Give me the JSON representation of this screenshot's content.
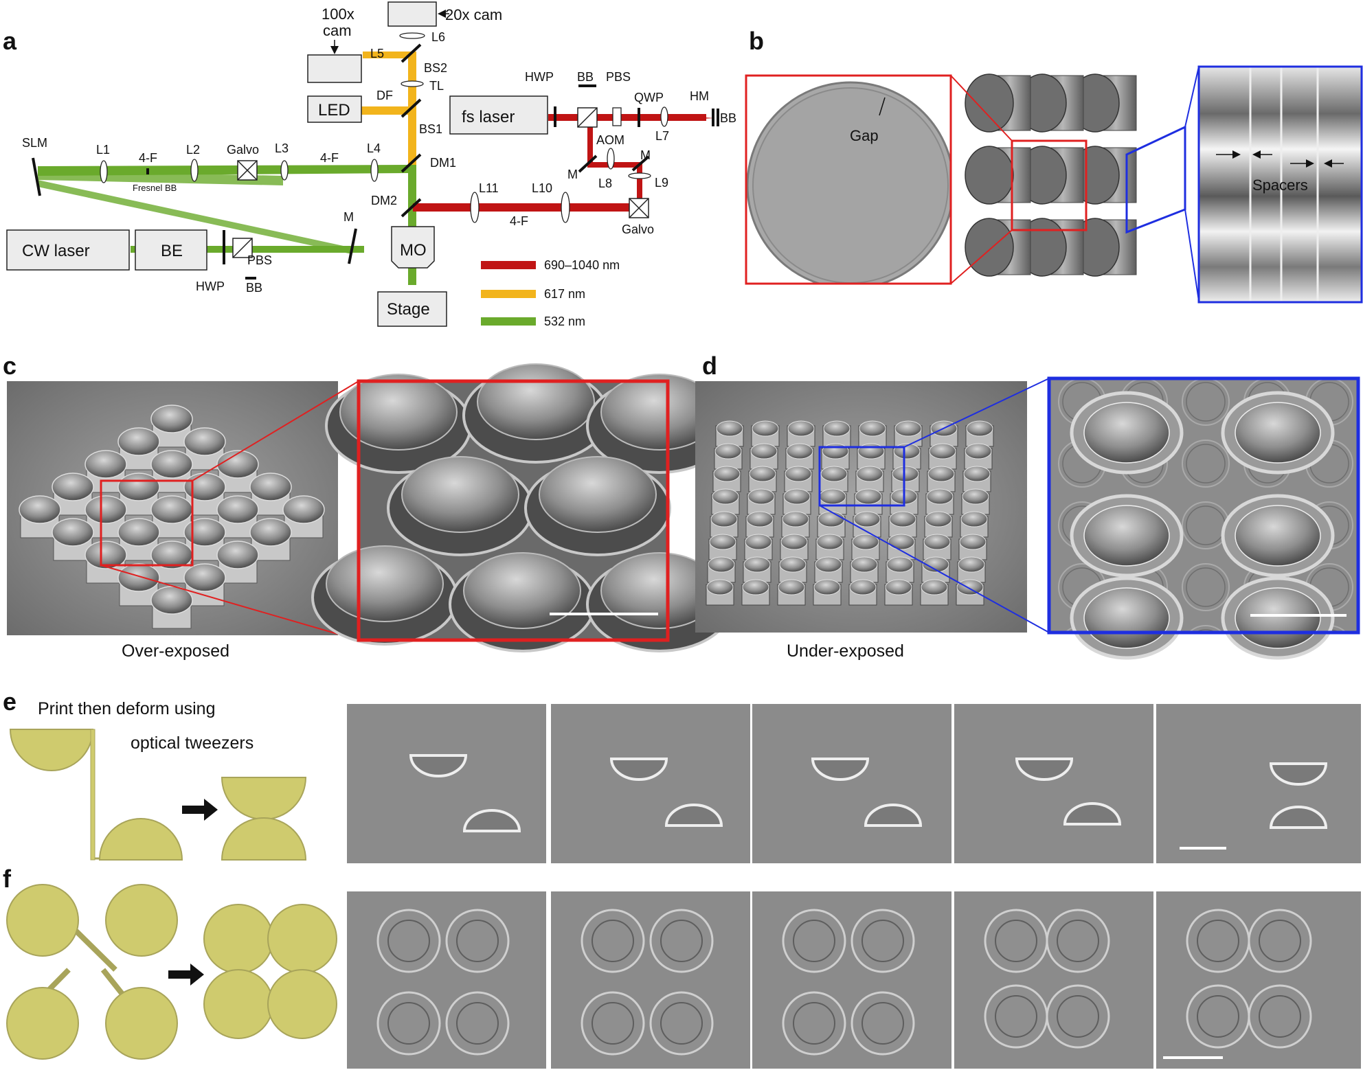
{
  "panels": {
    "a": {
      "letter": "a",
      "components": {
        "cam100": "100x\ncam",
        "cam20": "20x cam",
        "led": "LED",
        "fs_laser": "fs laser",
        "cw_laser": "CW laser",
        "be": "BE",
        "mo": "MO",
        "stage": "Stage",
        "slm": "SLM",
        "l1": "L1",
        "l2": "L2",
        "l3": "L3",
        "l4": "L4",
        "l5": "L5",
        "l6": "L6",
        "l7": "L7",
        "l8": "L8",
        "l9": "L9",
        "l10": "L10",
        "l11": "L11",
        "galvo1": "Galvo",
        "galvo2": "Galvo",
        "fourf1": "4-F",
        "fourf2": "4-F",
        "fourf3": "4-F",
        "fresnel_bb": "Fresnel BB",
        "dm1": "DM1",
        "dm2": "DM2",
        "bs1": "BS1",
        "bs2": "BS2",
        "tl": "TL",
        "df": "DF",
        "hwp1": "HWP",
        "hwp2": "HWP",
        "pbs1": "PBS",
        "pbs2": "PBS",
        "bb1": "BB",
        "bb2": "BB",
        "bb3": "BB",
        "qwp": "QWP",
        "aom": "AOM",
        "hm": "HM",
        "m1": "M",
        "m2": "M",
        "m3": "M"
      },
      "legend": [
        {
          "label": "690–1040 nm",
          "color": "#c01414"
        },
        {
          "label": "617 nm",
          "color": "#f2b41c"
        },
        {
          "label": "532 nm",
          "color": "#6aaa2c"
        }
      ]
    },
    "b": {
      "letter": "b",
      "gap_label": "Gap",
      "spacers_label": "Spacers"
    },
    "c": {
      "letter": "c",
      "caption": "Over-exposed"
    },
    "d": {
      "letter": "d",
      "caption": "Under-exposed"
    },
    "e": {
      "letter": "e",
      "title_line1": "Print then deform using",
      "title_line2": "optical tweezers"
    },
    "f": {
      "letter": "f"
    }
  },
  "colors": {
    "red_beam": "#c01414",
    "yellow_beam": "#f2b41c",
    "green_beam": "#6aaa2c",
    "red_frame": "#e02020",
    "blue_frame": "#1e2ee0",
    "cell_yellow": "#cfcb6e",
    "sem_gray": "#8a8a8a"
  }
}
